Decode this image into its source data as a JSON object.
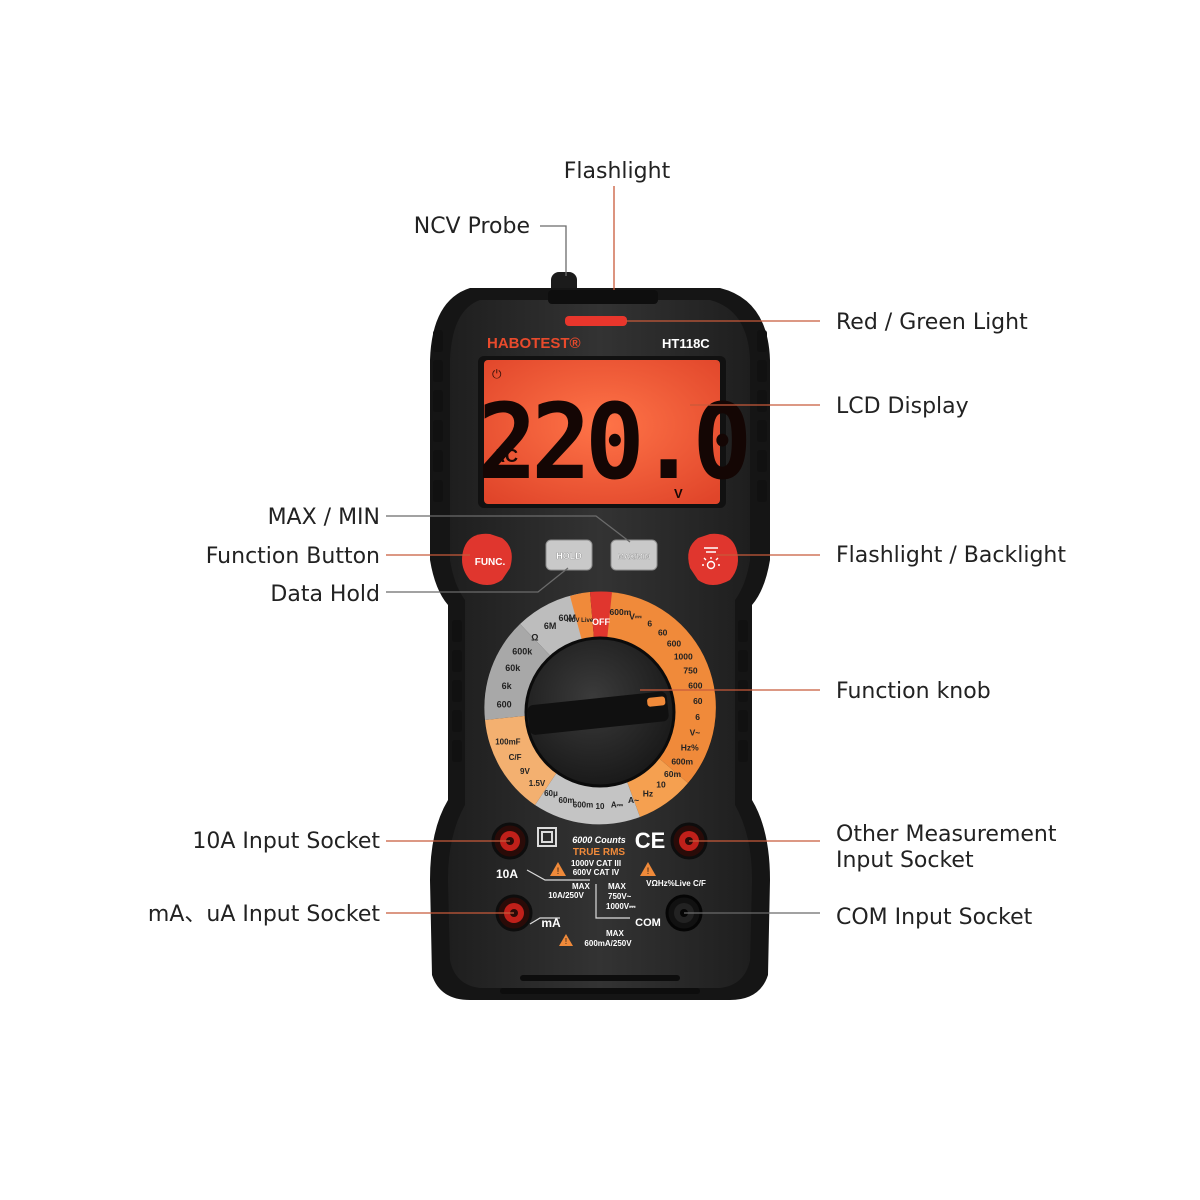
{
  "device": {
    "brand": "HABOTEST®",
    "model": "HT118C",
    "lcd": {
      "reading": "220.0",
      "mode": "AC",
      "unit": "V",
      "power_symbol": "⏻"
    },
    "buttons": {
      "func": "FUNC.",
      "hold": "HOLD",
      "maxmin": "MAX/MIN"
    },
    "dial": {
      "off": "OFF",
      "ncv": "NCV Live",
      "grey_scale": [
        "60M",
        "6M",
        "Ω",
        "600k",
        "60k",
        "6k",
        "600"
      ],
      "orange_scale": [
        "600m",
        "V⎓",
        "6",
        "60",
        "600",
        "1000",
        "750",
        "600",
        "60",
        "6",
        "V~",
        "Hz%",
        "600m",
        "60m",
        "10",
        "Hz",
        "A~"
      ],
      "lower_scale": [
        "100mF",
        "C/F",
        "9V",
        "1.5V",
        "60μ",
        "60m",
        "600m",
        "10",
        "A⎓"
      ]
    },
    "panel": {
      "counts": "6000 Counts",
      "true_rms": "TRUE RMS",
      "cat1": "1000V CAT III",
      "cat2": "600V CAT IV",
      "socket_10a": "10A",
      "max_10a_head": "MAX",
      "max_10a": "10A/250V",
      "max_v_head": "MAX",
      "max_v1": "750V~",
      "max_v2": "1000V⎓",
      "vhz": "VΩHz%Live C/F",
      "socket_ma": "mA",
      "max_ma_head": "MAX",
      "max_ma": "600mA/250V",
      "com": "COM",
      "ce": "CE"
    }
  },
  "labels": {
    "flashlight": "Flashlight",
    "ncv_probe": "NCV Probe",
    "red_green_light": "Red / Green Light",
    "lcd_display": "LCD Display",
    "max_min": "MAX / MIN",
    "function_button": "Function Button",
    "data_hold": "Data Hold",
    "flashlight_backlight": "Flashlight / Backlight",
    "function_knob": "Function knob",
    "socket_10a": "10A Input Socket",
    "other_socket_1": "Other Measurement",
    "other_socket_2": "Input Socket",
    "ma_ua_socket": "mA、uA Input Socket",
    "com_socket": "COM Input Socket"
  },
  "colors": {
    "body": "#2a2a2a",
    "body_edge": "#151515",
    "lcd": "#f05a36",
    "accent_orange": "#f08a3a",
    "button_red": "#e0362e",
    "callout": "#c85a3a"
  }
}
